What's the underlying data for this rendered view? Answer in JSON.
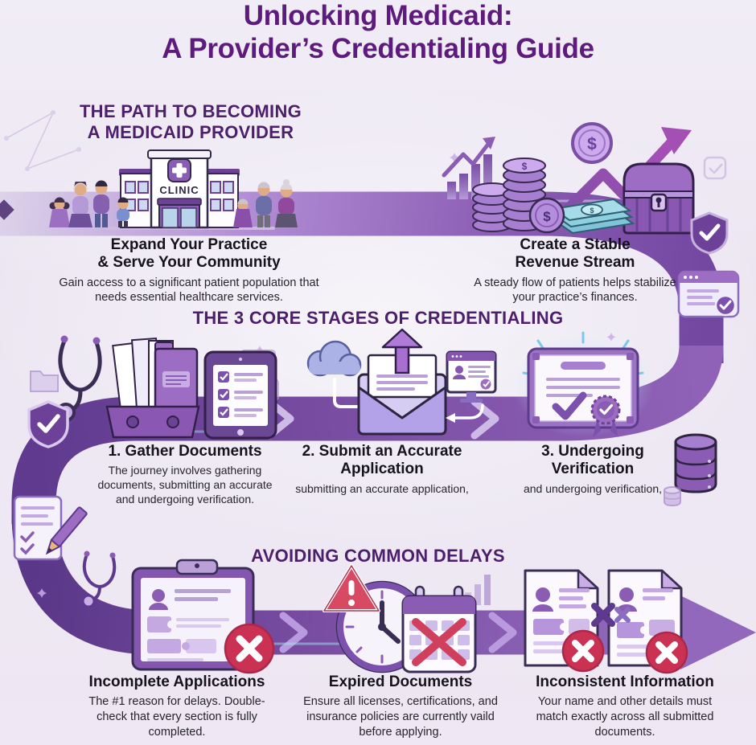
{
  "infographic": {
    "title_line1": "Unlocking Medicaid:",
    "title_line2": "A Provider’s Credentialing Guide"
  },
  "path_section": {
    "heading_line1": "THE PATH TO BECOMING",
    "heading_line2": "A MEDICAID PROVIDER",
    "clinic_sign": "CLINIC",
    "dollar_symbol": "$",
    "benefit_left": {
      "title_line1": "Expand Your Practice",
      "title_line2": "& Serve Your Community",
      "body": "Gain access to a significant patient population that needs essential healthcare services."
    },
    "benefit_right": {
      "title_line1": "Create a Stable",
      "title_line2": "Revenue Stream",
      "body": "A steady flow of patients helps stabilize your practice’s finances."
    }
  },
  "stages_section": {
    "heading": "THE 3 CORE STAGES OF CREDENTIALING",
    "stages": [
      {
        "title": "1. Gather Documents",
        "body": "The journey involves gathering documents, submitting an accurate and undergoing verification."
      },
      {
        "title": "2. Submit an Accurate Application",
        "body": "submitting an accurate application,"
      },
      {
        "title": "3. Undergoing Verification",
        "body": "and undergoing verification,"
      }
    ]
  },
  "delays_section": {
    "heading": "AVOIDING COMMON DELAYS",
    "items": [
      {
        "title": "Incomplete Applications",
        "body": "The #1 reason for delays. Double-check that every section is fully completed."
      },
      {
        "title": "Expired Documents",
        "body": "Ensure all licenses, certifications, and insurance policies are currently vaild before applying."
      },
      {
        "title": "Inconsistent Information",
        "body": "Your name and other details must match exactly across all submitted documents."
      }
    ]
  },
  "colors": {
    "title_purple": "#5e1b7e",
    "heading_purple": "#4c1f6a",
    "body_text": "#26242c",
    "ribbon_purple": "#7b4fa4",
    "badge_red": "#cb3152",
    "accent_teal": "#8fd0e0"
  },
  "icons": [
    "family-icon",
    "clinic-building-icon",
    "growth-chart-icon",
    "coin-stack-icon",
    "dollar-coin-icon",
    "cash-stack-icon",
    "treasure-chest-icon",
    "rising-arrow-icon",
    "shield-check-icon",
    "browser-check-icon",
    "stethoscope-icon",
    "folder-archive-icon",
    "tablet-checklist-icon",
    "cloud-upload-icon",
    "envelope-upload-icon",
    "monitor-profile-icon",
    "certificate-icon",
    "database-icon",
    "document-pencil-icon",
    "clipboard-error-icon",
    "warning-triangle-icon",
    "clock-icon",
    "calendar-x-icon",
    "mismatched-documents-icon",
    "path-arrow-icon"
  ]
}
